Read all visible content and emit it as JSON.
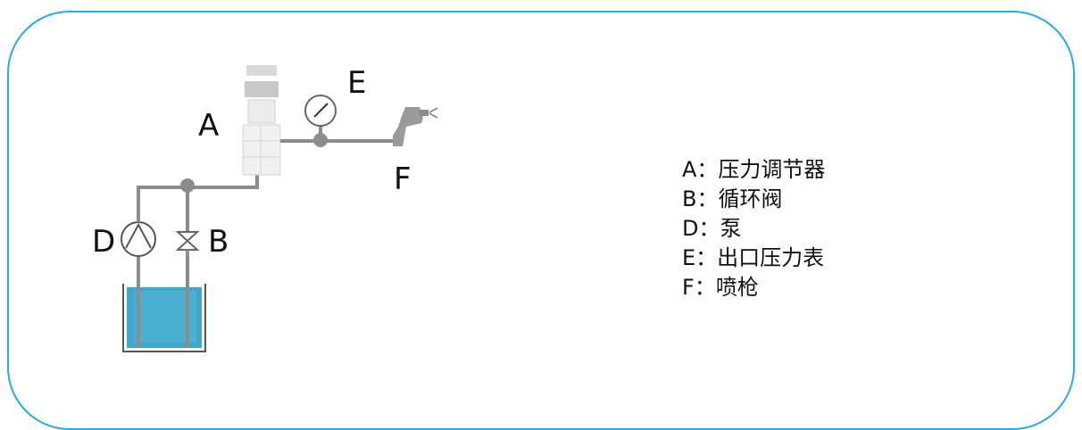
{
  "labels": {
    "a": "A",
    "b": "B",
    "d": "D",
    "e": "E",
    "f": "F"
  },
  "legend": [
    {
      "key": "A",
      "text": "压力调节器"
    },
    {
      "key": "B",
      "text": "循环阀"
    },
    {
      "key": "D",
      "text": "泵"
    },
    {
      "key": "E",
      "text": "出口压力表"
    },
    {
      "key": "F",
      "text": "喷枪"
    }
  ],
  "colors": {
    "frame": "#29abe2",
    "pipe": "#8c8c8c",
    "water": "#2b9cc4",
    "regulator": "#d5d5d5"
  }
}
